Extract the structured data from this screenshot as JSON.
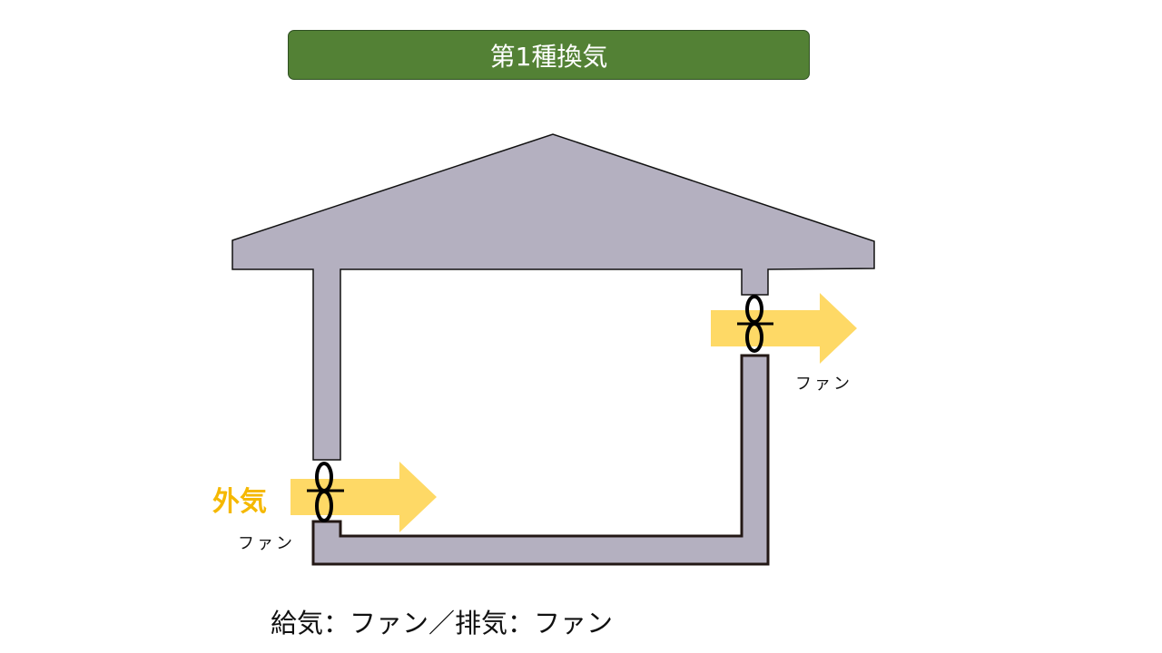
{
  "title": "第1種換気",
  "outside_air_label": "外気",
  "supply_fan_label": "ファン",
  "exhaust_fan_label": "ファン",
  "caption": "給気：ファン／排気：ファン",
  "colors": {
    "title_bg": "#538135",
    "house": "#b4b0c0",
    "arrow": "#fed966",
    "outside_label": "#f5b800"
  }
}
